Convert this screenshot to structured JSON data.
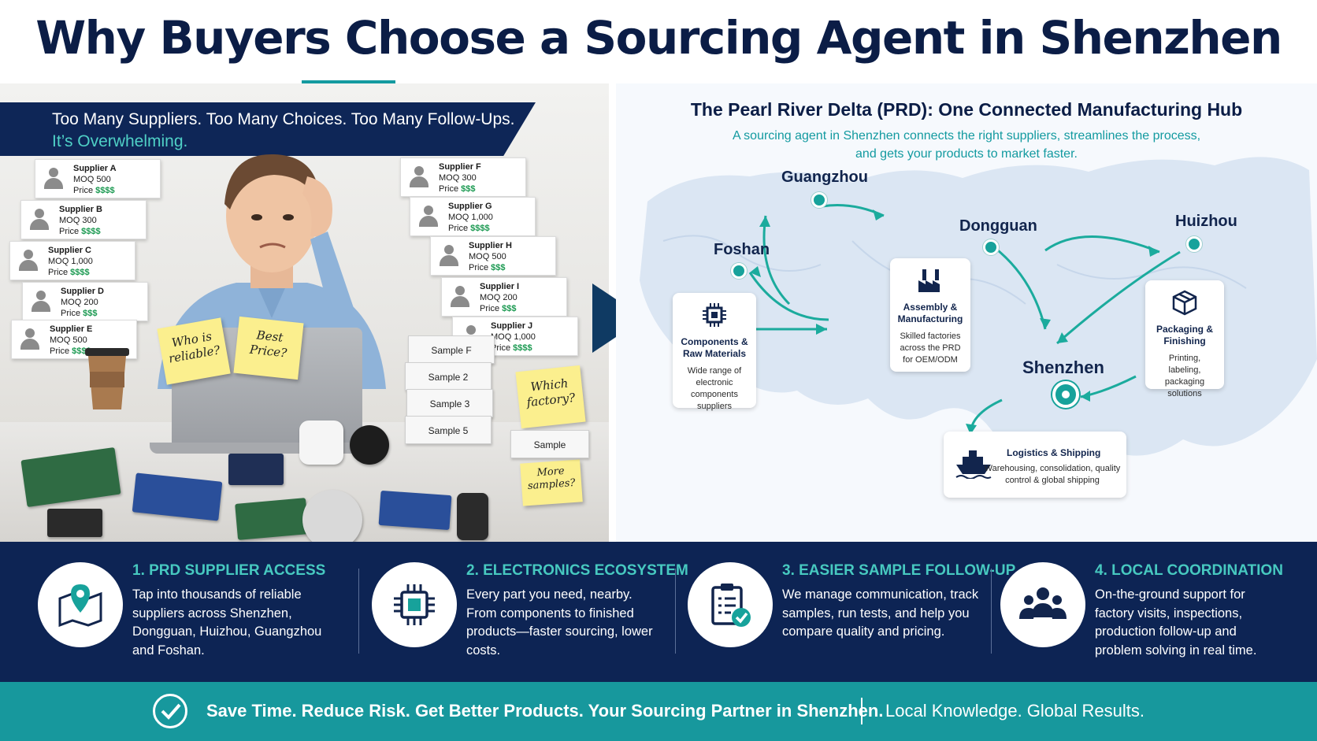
{
  "title": "Why Buyers Choose a Sourcing Agent in Shenzhen",
  "left": {
    "banner_line1": "Too Many Suppliers. Too Many Choices. Too Many Follow-Ups.",
    "banner_line2": "It’s Overwhelming.",
    "suppliers": [
      {
        "name": "Supplier A",
        "moq": "MOQ  500",
        "price": "$$$$"
      },
      {
        "name": "Supplier B",
        "moq": "MOQ  300",
        "price": "$$$$"
      },
      {
        "name": "Supplier C",
        "moq": "MOQ  1,000",
        "price": "$$$$"
      },
      {
        "name": "Supplier D",
        "moq": "MOQ  200",
        "price": "$$$"
      },
      {
        "name": "Supplier E",
        "moq": "MOQ  500",
        "price": "$$$$"
      },
      {
        "name": "Supplier F",
        "moq": "MOQ  300",
        "price": "$$$"
      },
      {
        "name": "Supplier G",
        "moq": "MOQ  1,000",
        "price": "$$$$"
      },
      {
        "name": "Supplier H",
        "moq": "MOQ  500",
        "price": "$$$"
      },
      {
        "name": "Supplier I",
        "moq": "MOQ  200",
        "price": "$$$"
      },
      {
        "name": "Supplier J",
        "moq": "MOQ  1,000",
        "price": "$$$$"
      }
    ],
    "price_label": "Price",
    "stickies": [
      "Who is reliable?",
      "Best Price?",
      "Which factory?",
      "More samples?"
    ],
    "boxes": [
      "Sample F",
      "Sample 2",
      "Sample 3",
      "Sample 5",
      "Sample"
    ]
  },
  "map": {
    "title": "The Pearl River Delta (PRD): One Connected Manufacturing Hub",
    "desc_line1": "A sourcing agent in Shenzhen connects the right suppliers, streamlines the process,",
    "desc_line2": "and gets your products to market faster.",
    "cities": [
      "Guangzhou",
      "Dongguan",
      "Huizhou",
      "Foshan",
      "Shenzhen"
    ],
    "cards": [
      {
        "title": "Components & Raw Materials",
        "desc": "Wide range of electronic components suppliers",
        "icon": "chip-icon"
      },
      {
        "title": "Assembly & Manufacturing",
        "desc": "Skilled factories across the PRD for OEM/ODM",
        "icon": "factory-icon"
      },
      {
        "title": "Packaging & Finishing",
        "desc": "Printing, labeling, packaging solutions",
        "icon": "box-icon"
      },
      {
        "title": "Logistics & Shipping",
        "desc": "Warehousing, consolidation, quality control & global shipping",
        "icon": "ship-icon"
      }
    ],
    "colors": {
      "accent": "#17a29b",
      "navy": "#0d2454",
      "land": "#dbe6f3"
    }
  },
  "features": [
    {
      "title": "1. PRD SUPPLIER ACCESS",
      "desc": "Tap into thousands of reliable suppliers across Shenzhen, Dongguan, Huizhou, Guangzhou and Foshan.",
      "icon": "map-pin-icon"
    },
    {
      "title": "2. ELECTRONICS ECOSYSTEM",
      "desc": "Every part you need, nearby. From components to finished products—faster sourcing, lower costs.",
      "icon": "chip-icon"
    },
    {
      "title": "3. EASIER SAMPLE FOLLOW-UP",
      "desc": "We manage communication, track samples, run tests, and help you compare quality and pricing.",
      "icon": "clipboard-check-icon"
    },
    {
      "title": "4. LOCAL COORDINATION",
      "desc": "On-the-ground support for factory visits, inspections, production follow-up and problem solving in real time.",
      "icon": "team-icon"
    }
  ],
  "footer": {
    "main": "Save Time. Reduce Risk. Get Better Products. Your Sourcing Partner in Shenzhen.",
    "tagline": "Local Knowledge. Global Results.",
    "icon": "check-circle-icon"
  }
}
